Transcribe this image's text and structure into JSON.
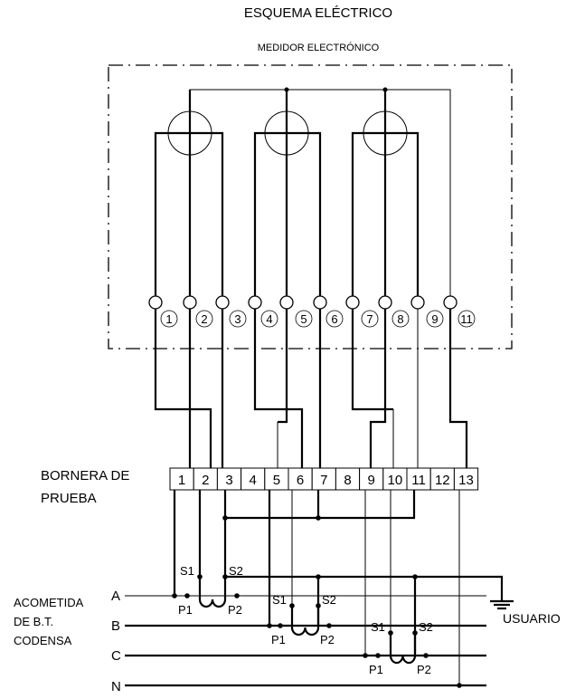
{
  "title": "ESQUEMA ELÉCTRICO",
  "meter_label": "MEDIDOR ELECTRÓNICO",
  "meter_terminals": [
    "1",
    "2",
    "3",
    "4",
    "5",
    "6",
    "7",
    "8",
    "9",
    "11"
  ],
  "bornera": {
    "label_line1": "BORNERA DE",
    "label_line2": "PRUEBA",
    "cells": [
      "1",
      "2",
      "3",
      "4",
      "5",
      "6",
      "7",
      "8",
      "9",
      "10",
      "11",
      "12",
      "13"
    ]
  },
  "phases": [
    "A",
    "B",
    "C",
    "N"
  ],
  "supply_label": [
    "ACOMETIDA",
    "DE B.T.",
    "CODENSA"
  ],
  "user_label": "USUARIO",
  "ct_labels": {
    "s1": "S1",
    "s2": "S2",
    "p1": "P1",
    "p2": "P2"
  }
}
